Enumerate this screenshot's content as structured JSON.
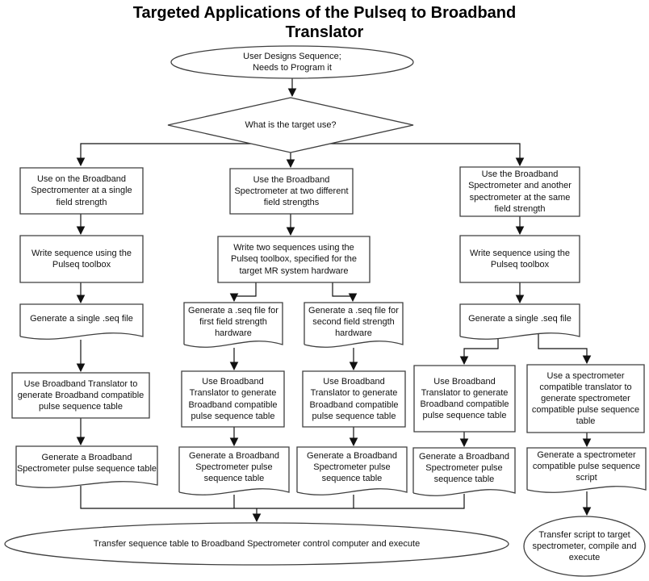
{
  "diagram": {
    "title": "Targeted Applications of the Pulseq to Broadband\nTranslator",
    "start": "User Designs Sequence;\nNeeds to Program it",
    "decision": "What is the target use?",
    "left": {
      "use": "Use on the Broadband\nSpectromenter at a single\nfield strength",
      "write": "Write sequence using the\nPulseq toolbox",
      "generate": "Generate a single .seq file",
      "translate": "Use Broadband Translator to\ngenerate Broadband compatible\npulse sequence table",
      "table": "Generate a Broadband\nSpectrometer pulse sequence table"
    },
    "middle": {
      "use": "Use the Broadband\nSpectrometer at two different\nfield strengths",
      "write": "Write two sequences using the\nPulseq toolbox, specified for the\ntarget MR system hardware",
      "generate_first": "Generate a .seq file for\nfirst field strength\nhardware",
      "generate_second": "Generate a .seq file for\nsecond field strength\nhardware",
      "translate_first": "Use Broadband\nTranslator to generate\nBroadband compatible\npulse sequence table",
      "translate_second": "Use Broadband\nTranslator to generate\nBroadband compatible\npulse sequence table",
      "table_first": "Generate a Broadband\nSpectrometer pulse\nsequence table",
      "table_second": "Generate a Broadband\nSpectrometer pulse\nsequence table"
    },
    "right": {
      "use": "Use the Broadband\nSpectrometer and another\nspectrometer at the same\nfield strength",
      "write": "Write sequence using the\nPulseq toolbox",
      "generate": "Generate a single .seq file",
      "translate_broadband": "Use Broadband\nTranslator to generate\nBroadband compatible\npulse sequence table",
      "translate_spectrometer": "Use a spectrometer\ncompatible translator to\ngenerate spectrometer\ncompatible pulse sequence\ntable",
      "table": "Generate a Broadband\nSpectrometer pulse\nsequence table",
      "script": "Generate a spectrometer\ncompatible pulse sequence\nscript"
    },
    "end_main": "Transfer sequence table to Broadband Spectrometer control computer and execute",
    "end_right": "Transfer script to target\nspectrometer, compile and\nexecute"
  }
}
